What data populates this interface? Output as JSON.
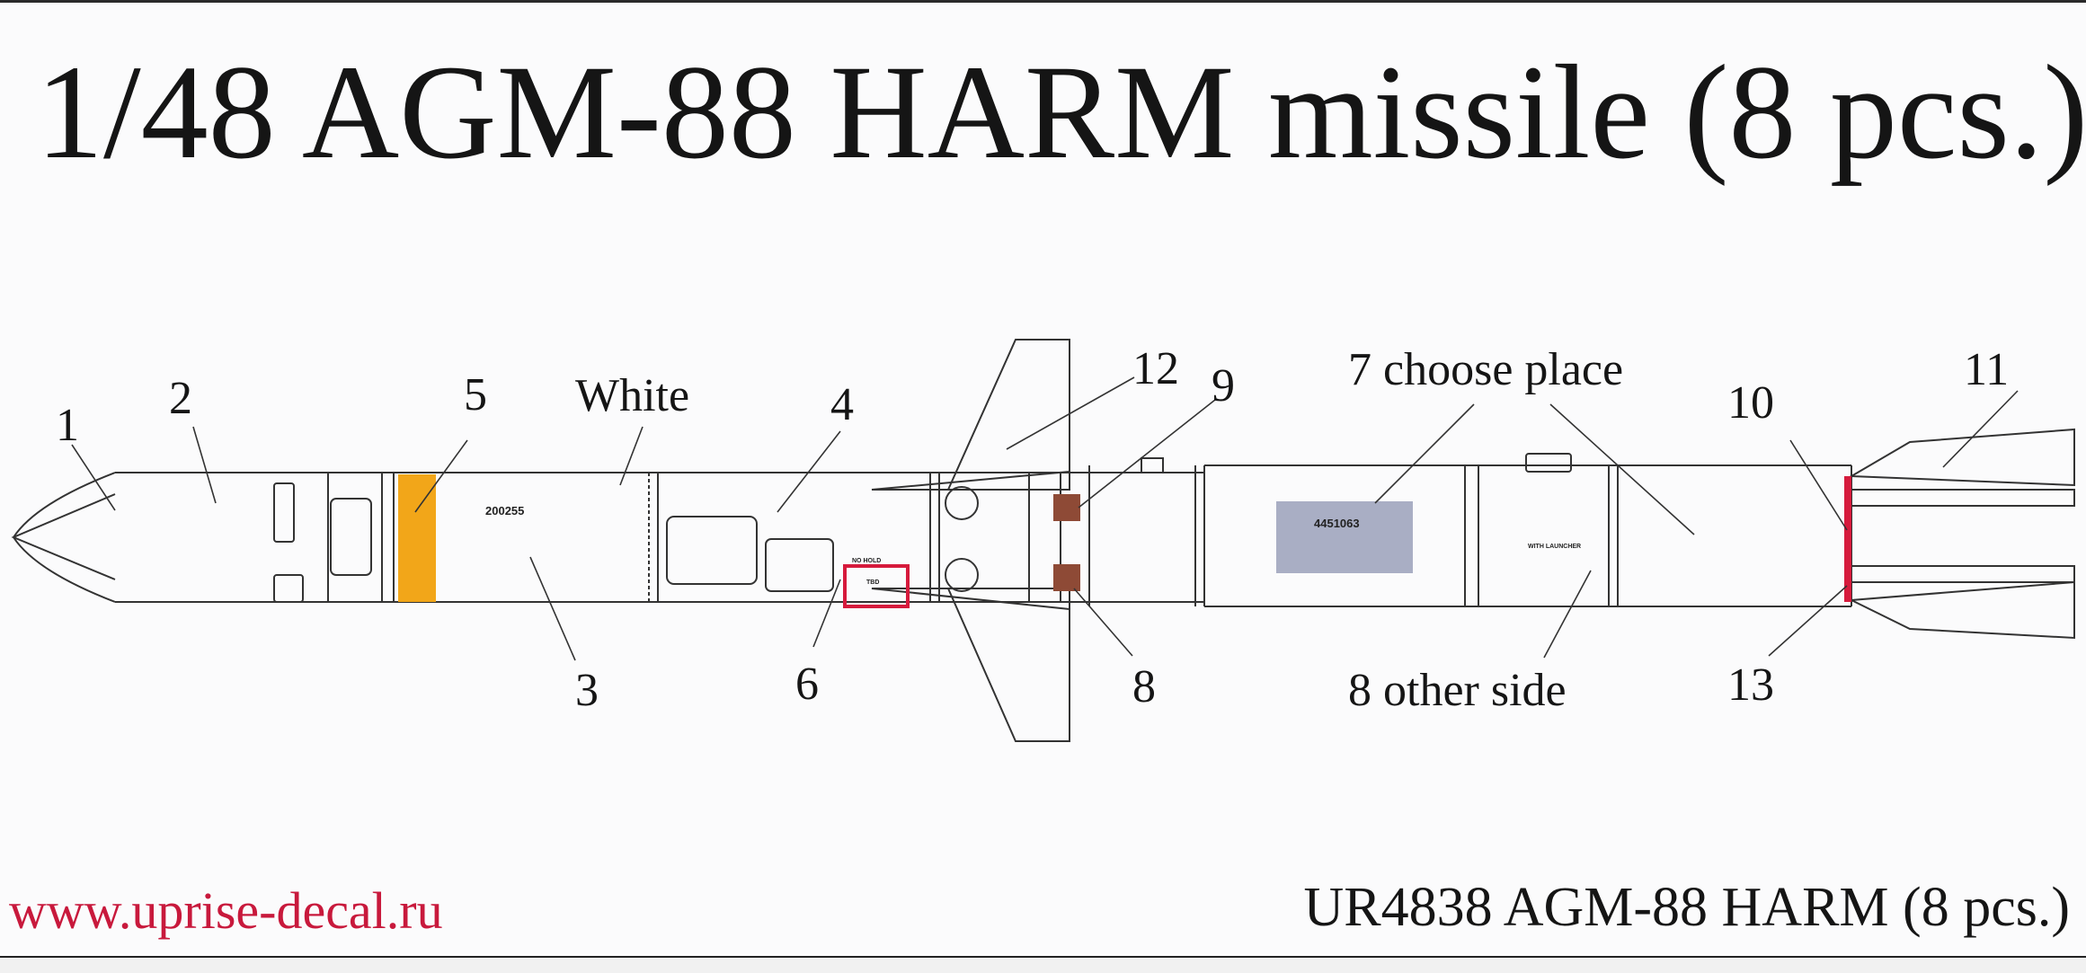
{
  "title": "1/48 AGM-88 HARM missile (8 pcs.)",
  "website": "www.uprise-decal.ru",
  "product_line": "UR4838 AGM-88 HARM (8 pcs.)",
  "colors": {
    "website_text": "#c8193c",
    "yellow_band": "#f2a619",
    "brown_panel": "#8e4a36",
    "red_outline": "#d61a3c",
    "grey_plate": "#a9aec4",
    "body_line": "#333333"
  },
  "callouts": {
    "c1": "1",
    "c2": "2",
    "c3": "3",
    "c4": "4",
    "c5": "5",
    "c6": "6",
    "c7": "7 choose place",
    "c8a": "8",
    "c8b": "8 other side",
    "c9": "9",
    "c10": "10",
    "c11": "11",
    "c12": "12",
    "c13": "13",
    "white": "White"
  },
  "stencils": {
    "serial": "200255",
    "rocket_serial": "4451063",
    "no_hold": "NO HOLD",
    "tbd": "TBD",
    "with_launcher": "WITH LAUNCHER"
  }
}
